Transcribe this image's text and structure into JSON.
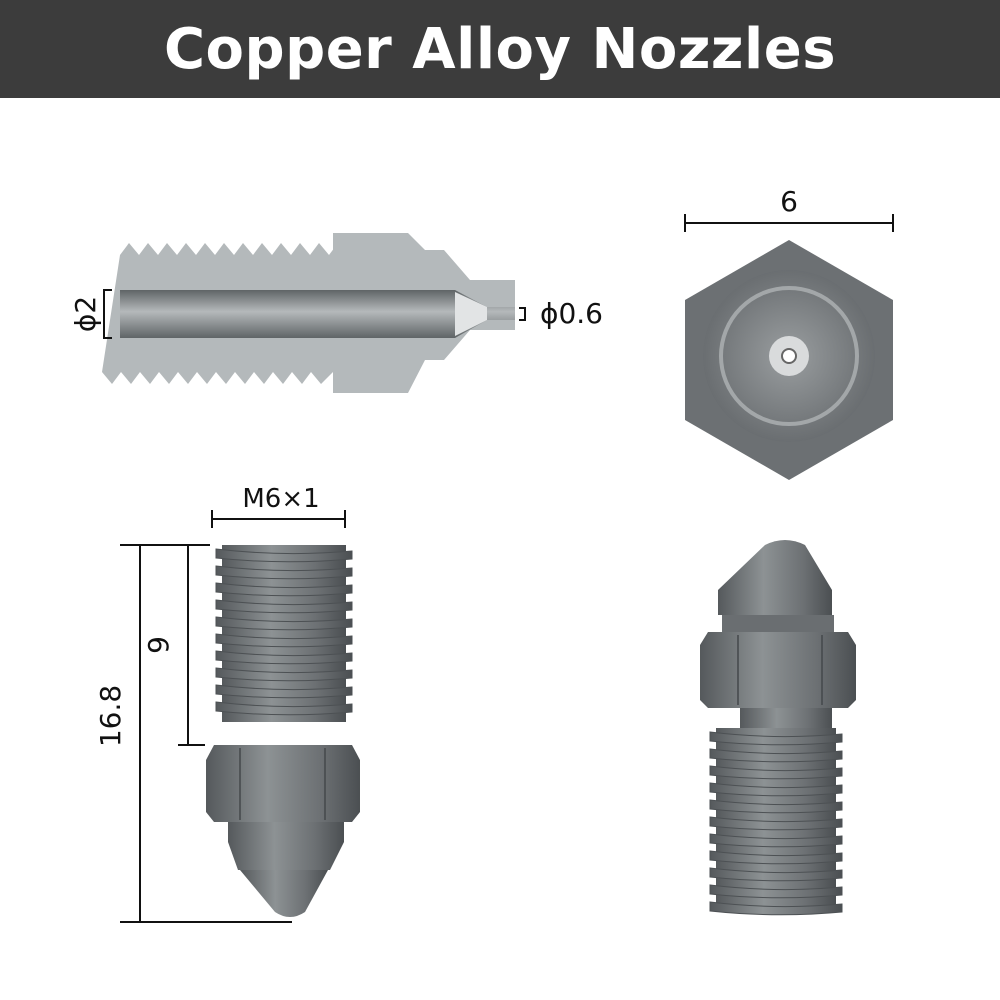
{
  "header": {
    "title": "Copper Alloy Nozzles"
  },
  "dimensions": {
    "bore_diameter": "ϕ2",
    "orifice_diameter": "ϕ0.6",
    "hex_width": "6",
    "thread": "M6×1",
    "thread_length": "9",
    "total_length": "16.8"
  },
  "colors": {
    "header_bg": "#3c3c3c",
    "section": "#b4b9bb",
    "metal": "#6e7275"
  }
}
